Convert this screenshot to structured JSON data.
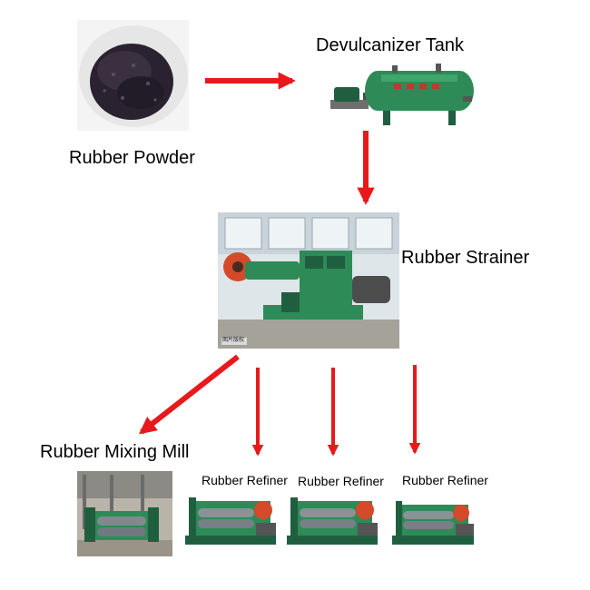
{
  "nodes": {
    "powder": {
      "label": "Rubber Powder",
      "icon": "rubber-powder-photo"
    },
    "tank": {
      "label": "Devulcanizer Tank",
      "icon": "devulcanizer-tank-photo"
    },
    "strainer": {
      "label": "Rubber Strainer",
      "icon": "rubber-strainer-photo",
      "caption": "图片版权"
    },
    "mill": {
      "label": "Rubber Mixing Mill",
      "icon": "rubber-mixing-mill-photo"
    },
    "refiners": [
      {
        "label": "Rubber Refiner",
        "icon": "rubber-refiner-photo"
      },
      {
        "label": "Rubber Refiner",
        "icon": "rubber-refiner-photo"
      },
      {
        "label": "Rubber Refiner",
        "icon": "rubber-refiner-photo"
      }
    ]
  },
  "edges": [
    {
      "from": "Rubber Powder",
      "to": "Devulcanizer Tank"
    },
    {
      "from": "Devulcanizer Tank",
      "to": "Rubber Strainer"
    },
    {
      "from": "Rubber Strainer",
      "to": "Rubber Mixing Mill"
    },
    {
      "from": "Rubber Strainer",
      "to": "Rubber Refiner"
    },
    {
      "from": "Rubber Strainer",
      "to": "Rubber Refiner"
    },
    {
      "from": "Rubber Strainer",
      "to": "Rubber Refiner"
    }
  ],
  "colors": {
    "arrow": "#e8191c",
    "machine_green": "#2e8b57",
    "machine_dark": "#1f5f3f",
    "motor_grey": "#6e6e6e",
    "powder": "#2a2230",
    "plate": "#eeeeee"
  }
}
